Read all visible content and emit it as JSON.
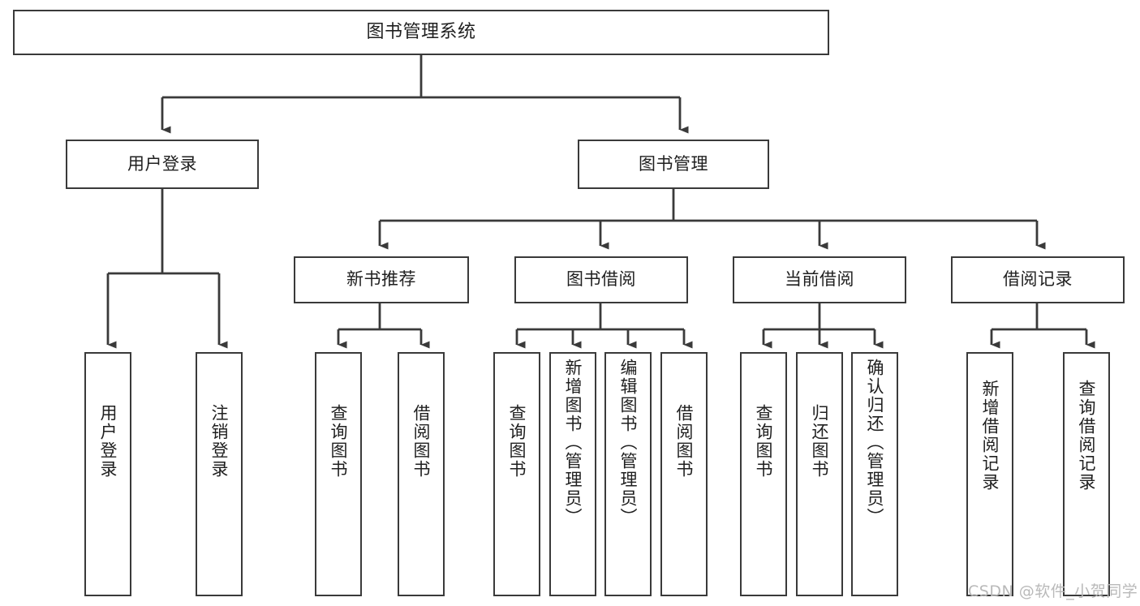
{
  "diagram": {
    "title": "图书管理系统",
    "root": {
      "id": "root",
      "label": "图书管理系统"
    },
    "level2": [
      {
        "id": "user-login",
        "label": "用户登录"
      },
      {
        "id": "book-management",
        "label": "图书管理"
      }
    ],
    "level3": [
      {
        "id": "new-book-recommend",
        "label": "新书推荐",
        "parent": "book-management"
      },
      {
        "id": "book-borrow",
        "label": "图书借阅",
        "parent": "book-management"
      },
      {
        "id": "current-borrow",
        "label": "当前借阅",
        "parent": "book-management"
      },
      {
        "id": "borrow-record",
        "label": "借阅记录",
        "parent": "book-management"
      }
    ],
    "leaves": [
      {
        "id": "leaf-user-login",
        "label": "用户登录",
        "parent": "user-login"
      },
      {
        "id": "leaf-logout",
        "label": "注销登录",
        "parent": "user-login"
      },
      {
        "id": "leaf-query-book-1",
        "label": "查询图书",
        "parent": "new-book-recommend"
      },
      {
        "id": "leaf-borrow-book-1",
        "label": "借阅图书",
        "parent": "new-book-recommend"
      },
      {
        "id": "leaf-query-book-2",
        "label": "查询图书",
        "parent": "book-borrow"
      },
      {
        "id": "leaf-add-book",
        "label": "新增图书（管理员）",
        "parent": "book-borrow"
      },
      {
        "id": "leaf-edit-book",
        "label": "编辑图书（管理员）",
        "parent": "book-borrow"
      },
      {
        "id": "leaf-borrow-book-2",
        "label": "借阅图书",
        "parent": "book-borrow"
      },
      {
        "id": "leaf-query-book-3",
        "label": "查询图书",
        "parent": "current-borrow"
      },
      {
        "id": "leaf-return-book",
        "label": "归还图书",
        "parent": "current-borrow"
      },
      {
        "id": "leaf-confirm-return",
        "label": "确认归还（管理员）",
        "parent": "current-borrow"
      },
      {
        "id": "leaf-add-record",
        "label": "新增借阅记录",
        "parent": "borrow-record"
      },
      {
        "id": "leaf-query-record",
        "label": "查询借阅记录",
        "parent": "borrow-record"
      }
    ],
    "watermark": "CSDN @软件_小贺同学",
    "colors": {
      "stroke": "#3a3a3a",
      "text": "#1f1f1f",
      "background": "#ffffff",
      "watermark": "#b9b9b9"
    }
  }
}
